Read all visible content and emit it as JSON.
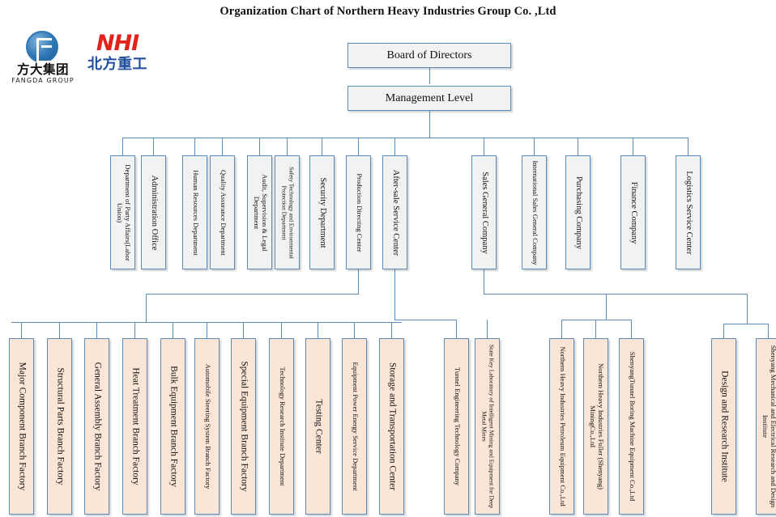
{
  "title": "Organization Chart of Northern Heavy Industries  Group Co. ,Ltd",
  "logos": {
    "fangda": {
      "cn": "方大集团",
      "en": "FANGDA GROUP"
    },
    "nhi": {
      "mark": "NHI",
      "cn": "北方重工"
    }
  },
  "colors": {
    "box_border": "#5b8db8",
    "box_fill": "#f2f2f2",
    "box_fill_subsidiary": "#fbe5d6",
    "line": "#5b8db8",
    "text": "#111111",
    "logo_red": "#e2231a",
    "logo_blue": "#1f4f9c"
  },
  "top": {
    "board": "Board of Directors",
    "management": "Management Level"
  },
  "departments_left": [
    "Department of Party Affairs(Labor Union)",
    "Administration Office",
    "Human Resources Department",
    "Quality Assurance Department",
    "Audit, Supervision & Legal Department",
    "Safety Technology and Environmental Protection Department",
    "Security Department",
    "Production Directing Center",
    "After-sale Service Center"
  ],
  "departments_right": [
    "Sales General Company",
    "International Sales General Company",
    "Purchasing Company",
    "Finance Company",
    "Logistics Service Center"
  ],
  "production_units": [
    "Major Component Branch Factory",
    "Structural Parts Branch Factory",
    "General Assembly Branch Factory",
    "Heat Treatment Branch Factory",
    "Bulk Equipment Branch Factory",
    "Automobile Steering System Branch Factory",
    "Special Equipment Branch Factory",
    "Technology Research Institute Department",
    "Testing Center",
    "Equipment Power Energy Service Department",
    "Storage and Transportation Center"
  ],
  "tunnel_group": [
    "Tunnel Engineering Technology Company",
    "State Key Laboratory of Intelligent Mining and Equipment for Deep Metal Mines"
  ],
  "sales_subsidiaries": [
    "Northern Heavy Industries Petroleum Equipment Co.,Ltd",
    "Northern Heavy Industries Fuller (Shenyang) MiningCo.,Ltd",
    "ShenyangTunnel Boring Machine Equipment Co.,Ltd"
  ],
  "research_group": [
    "Design and Research Institute",
    "Shenyang Mechanical and Electrical Research and Design Institute"
  ]
}
